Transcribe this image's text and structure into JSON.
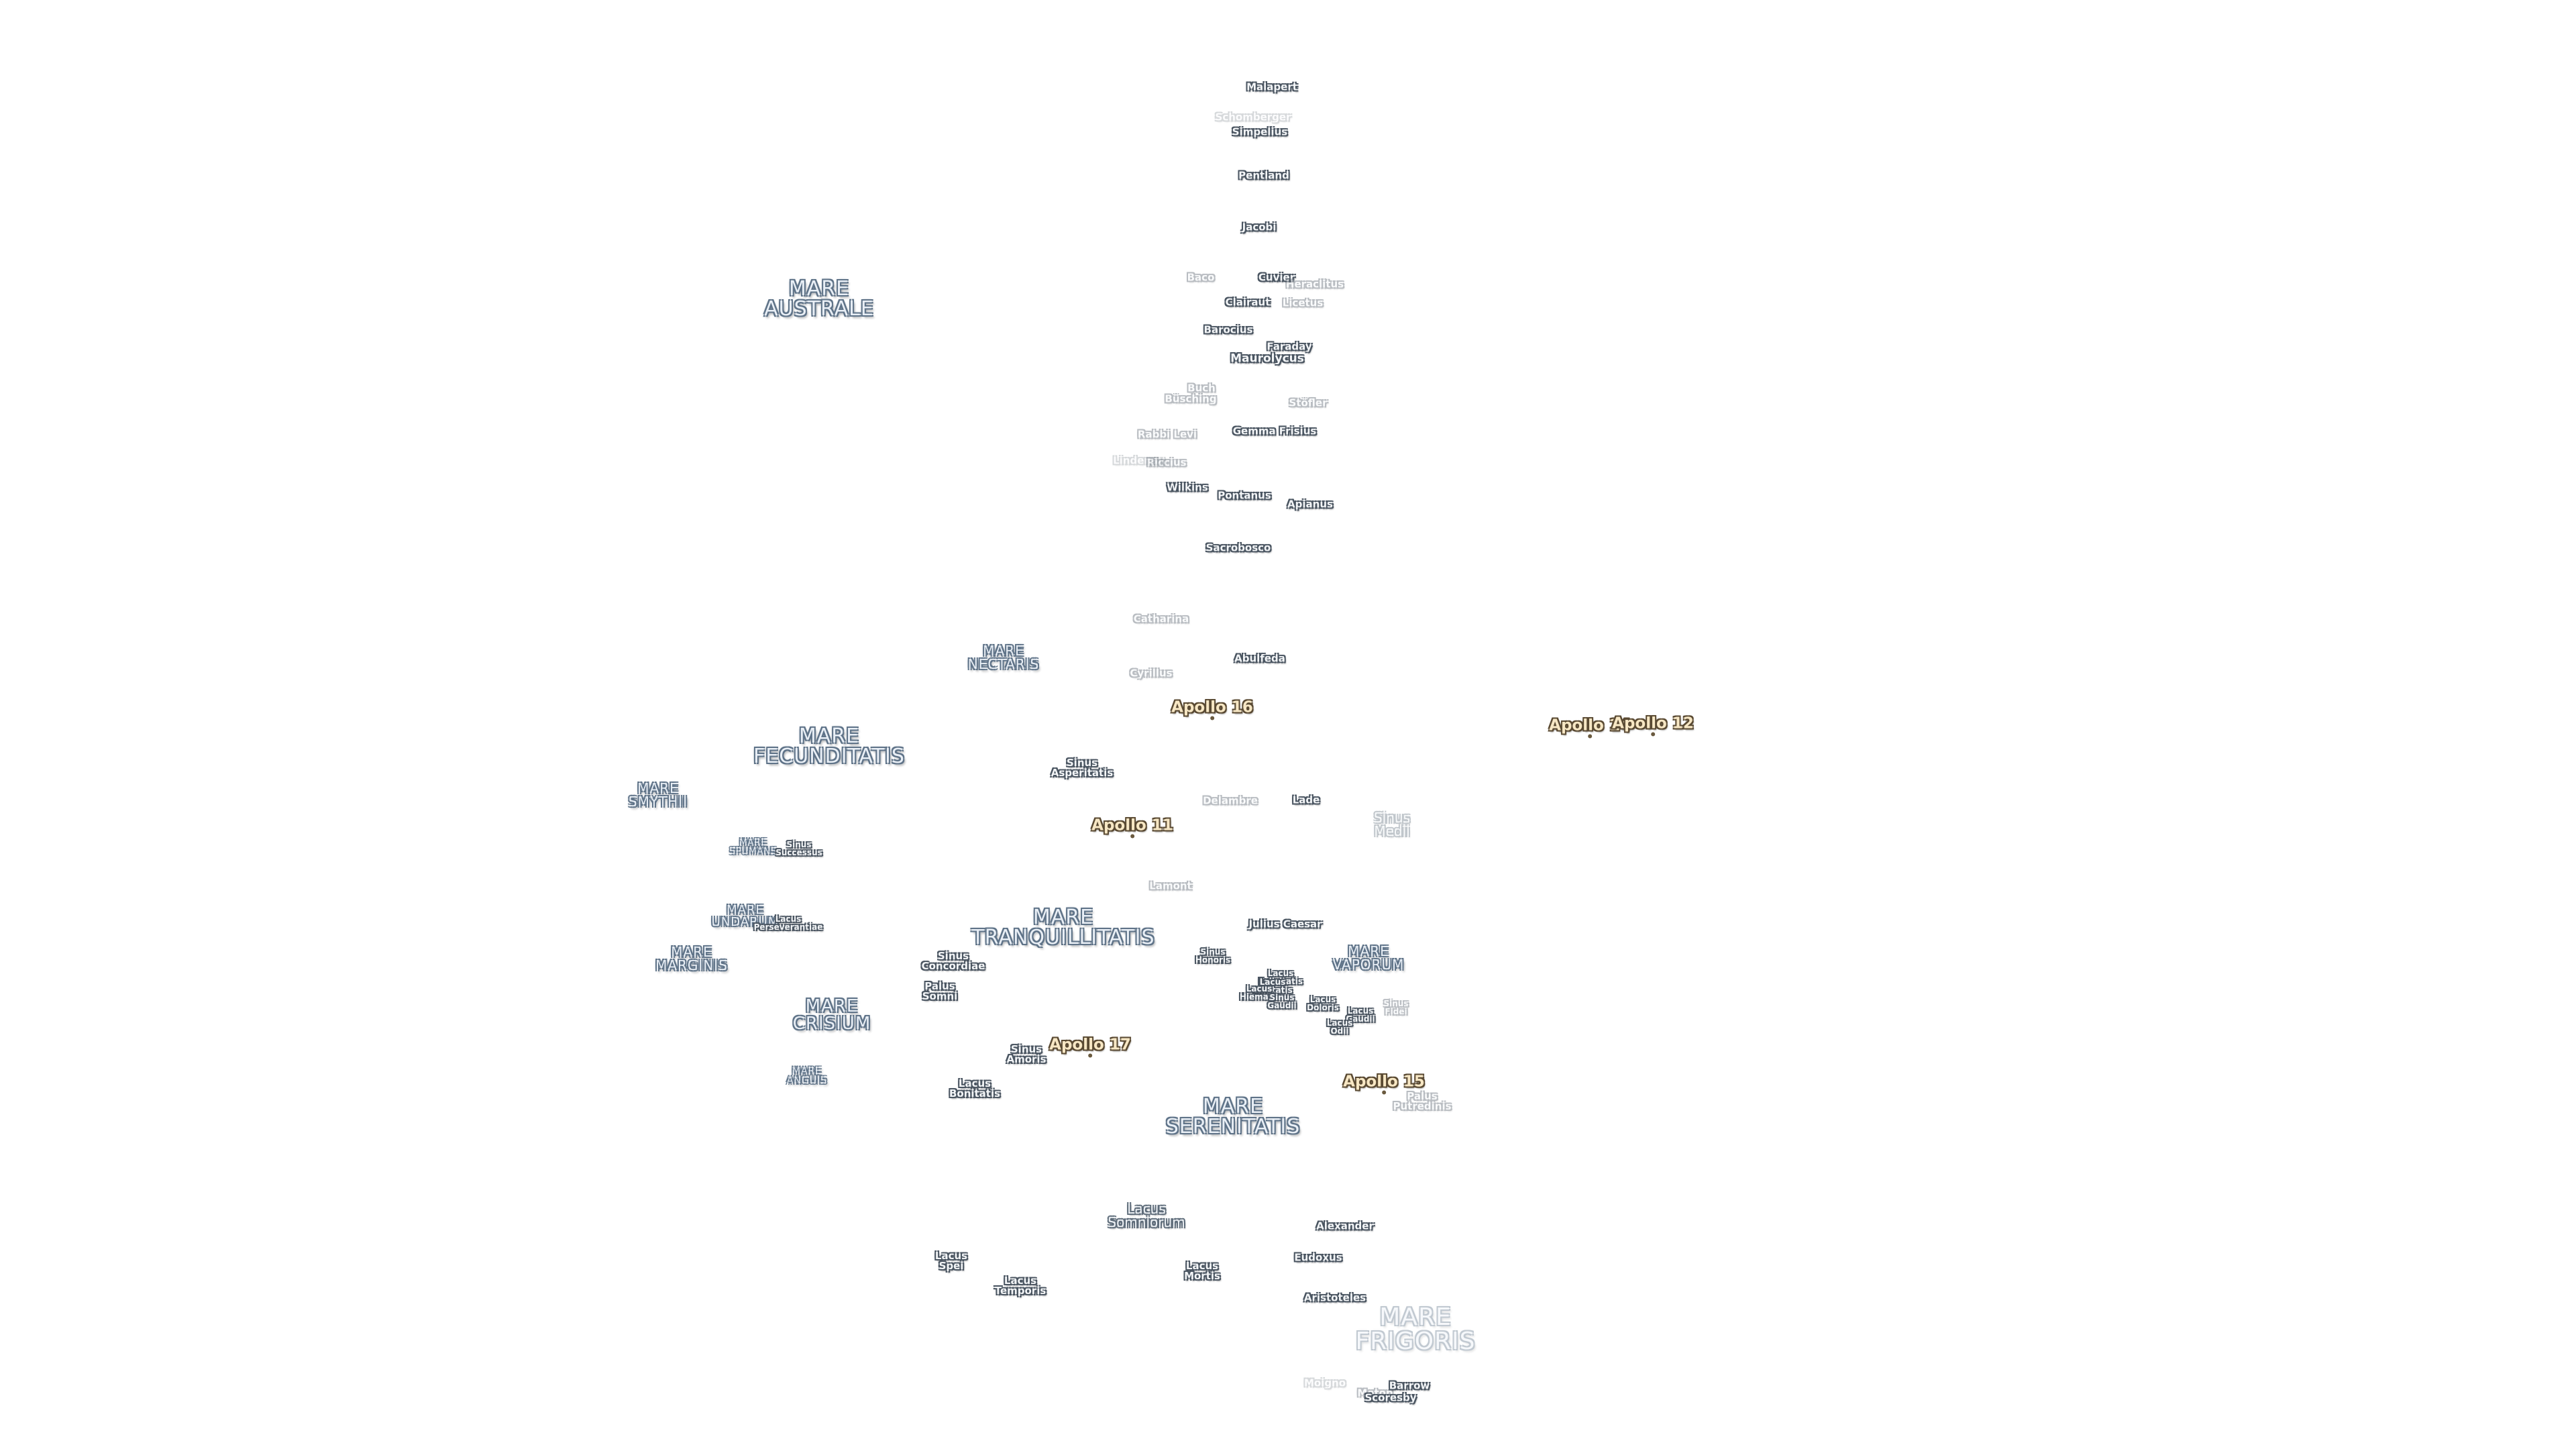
{
  "maria": {
    "australe": "MARE\nAUSTRALE",
    "nectaris": "MARE\nNECTARIS",
    "fecunditatis": "MARE\nFECUNDITATIS",
    "smythii": "MARE\nSMYTHII",
    "spumans": "MARE\nSPUMANS",
    "undarum": "MARE\nUNDARUM",
    "marginis": "MARE\nMARGINIS",
    "tranquillitatis": "MARE\nTRANQUILLITATIS",
    "crisium": "MARE\nCRISIUM",
    "anguis": "MARE\nANGUIS",
    "vaporum": "MARE\nVAPORUM",
    "serenitatis": "MARE\nSERENITATIS",
    "frigoris": "MARE\nFRIGORIS"
  },
  "sinus_lacus_palus": {
    "sinus_asperitatis": "Sinus\nAsperitatis",
    "sinus_successus": "Sinus\nSuccessus",
    "lacus_perseverantiae": "Lacus\nPerseverantiae",
    "sinus_concordiae": "Sinus\nConcordiae",
    "palus_somni": "Palus\nSomni",
    "sinus_amoris": "Sinus\nAmoris",
    "lacus_bonitatis": "Lacus\nBonitatis",
    "sinus_honoris": "Sinus\nHonoris",
    "sinus_medii": "Sinus\nMedii",
    "lacus_felicitatis": "Lacus\nFelicitatis",
    "lacus_lenitatis": "Lacus\nLenitatis",
    "lacus_hiemalis": "Lacus\nHiemalis",
    "sinus_gaudii": "Sinus\nGaudii",
    "lacus_doloris": "Lacus\nDoloris",
    "lacus_gaudii": "Lacus\nGaudii",
    "lacus_odii": "Lacus\nOdii",
    "sinus_fidei": "Sinus\nFidei",
    "palus_putredinis": "Palus\nPutredinis",
    "lacus_somniorum": "Lacus\nSomniorum",
    "lacus_spei": "Lacus\nSpei",
    "lacus_temporis": "Lacus\nTemporis",
    "lacus_mortis": "Lacus\nMortis"
  },
  "craters": {
    "malapert": "Malapert",
    "schomberger": "Schomberger",
    "simpelius": "Simpelius",
    "pentland": "Pentland",
    "jacobi": "Jacobi",
    "baco": "Baco",
    "cuvier": "Cuvier",
    "heraclitus": "Heraclitus",
    "clairaut": "Clairaut",
    "licetus": "Licetus",
    "barocius": "Barocius",
    "faraday": "Faraday",
    "maurolycus": "Maurolycus",
    "buch": "Buch",
    "busching": "Büsching",
    "stofler": "Stöfler",
    "rabbi_levi": "Rabbi Levi",
    "gemma_frisius": "Gemma Frisius",
    "lindenau": "Lindenau",
    "riccius": "Riccius",
    "wilkins": "Wilkins",
    "pontanus": "Pontanus",
    "apianus": "Apianus",
    "sacrobosco": "Sacrobosco",
    "catharina": "Catharina",
    "abulfeda": "Abulfeda",
    "cyrillus": "Cyrillus",
    "delambre": "Delambre",
    "lade": "Lade",
    "lamont": "Lamont",
    "julius_caesar": "Julius Caesar",
    "alexander": "Alexander",
    "eudoxus": "Eudoxus",
    "aristoteles": "Aristoteles",
    "barrow": "Barrow",
    "meton": "Meton",
    "scoresby": "Scoresby",
    "moigno": "Moigno"
  },
  "apollo": {
    "a16": "Apollo 16",
    "a14": "Apollo 14",
    "a12": "Apollo 12",
    "a11": "Apollo 11",
    "a17": "Apollo 17",
    "a15": "Apollo 15"
  }
}
